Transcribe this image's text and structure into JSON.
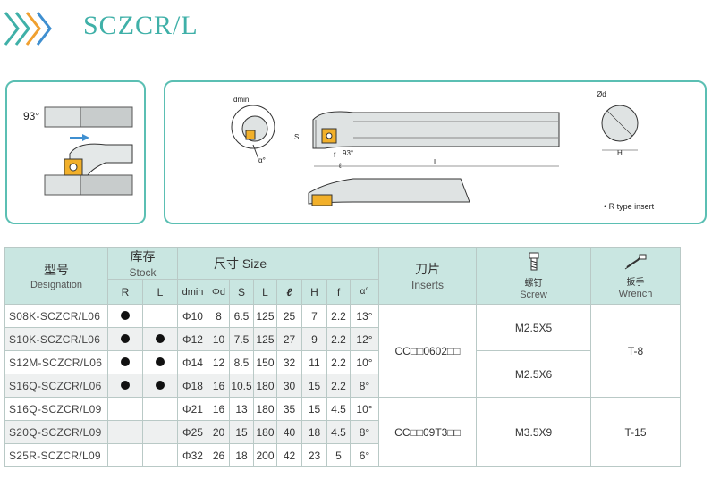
{
  "header": {
    "title": "SCZCR/L",
    "chevron_color": "#3fb0a8",
    "chevron_color_2": "#f0a030"
  },
  "diagram_left": {
    "angle_label": "93°"
  },
  "diagram_right": {
    "dmin_label": "dmin",
    "alpha_label": "α°",
    "s_label": "S",
    "f_label": "f",
    "angle_label": "93°",
    "l_small_label": "ℓ",
    "L_label": "L",
    "phi_d_label": "Ød",
    "H_label": "H",
    "note": "• R type insert"
  },
  "table": {
    "headers": {
      "designation_cn": "型号",
      "designation_en": "Designation",
      "stock_cn": "库存",
      "stock_en": "Stock",
      "size_label": "尺寸 Size",
      "inserts_cn": "刀片",
      "inserts_en": "Inserts",
      "screw_cn": "螺钉",
      "screw_en": "Screw",
      "wrench_cn": "扳手",
      "wrench_en": "Wrench",
      "R": "R",
      "L": "L",
      "dmin": "dmin",
      "phid": "Φd",
      "S": "S",
      "Lsize": "L",
      "lsmall": "ℓ",
      "H": "H",
      "f": "f",
      "alpha": "α°"
    },
    "rows": [
      {
        "designation": "S08K-SCZCR/L06",
        "dmin": "Φ10",
        "d": "8",
        "S": "6.5",
        "L": "125",
        "l": "25",
        "H": "7",
        "f": "2.2",
        "alpha": "13°"
      },
      {
        "designation": "S10K-SCZCR/L06",
        "dmin": "Φ12",
        "d": "10",
        "S": "7.5",
        "L": "125",
        "l": "27",
        "H": "9",
        "f": "2.2",
        "alpha": "12°"
      },
      {
        "designation": "S12M-SCZCR/L06",
        "dmin": "Φ14",
        "d": "12",
        "S": "8.5",
        "L": "150",
        "l": "32",
        "H": "11",
        "f": "2.2",
        "alpha": "10°"
      },
      {
        "designation": "S16Q-SCZCR/L06",
        "dmin": "Φ18",
        "d": "16",
        "S": "10.5",
        "L": "180",
        "l": "30",
        "H": "15",
        "f": "2.2",
        "alpha": "8°"
      },
      {
        "designation": "S16Q-SCZCR/L09",
        "dmin": "Φ21",
        "d": "16",
        "S": "13",
        "L": "180",
        "l": "35",
        "H": "15",
        "f": "4.5",
        "alpha": "10°"
      },
      {
        "designation": "S20Q-SCZCR/L09",
        "dmin": "Φ25",
        "d": "20",
        "S": "15",
        "L": "180",
        "l": "40",
        "H": "18",
        "f": "4.5",
        "alpha": "8°"
      },
      {
        "designation": "S25R-SCZCR/L09",
        "dmin": "Φ32",
        "d": "26",
        "S": "18",
        "L": "200",
        "l": "42",
        "H": "23",
        "f": "5",
        "alpha": "6°"
      }
    ],
    "inserts": [
      "CC□□0602□□",
      "CC□□09T3□□"
    ],
    "screws": [
      "M2.5X5",
      "M2.5X6",
      "M3.5X9"
    ],
    "wrenches": [
      "T-8",
      "T-15"
    ]
  }
}
